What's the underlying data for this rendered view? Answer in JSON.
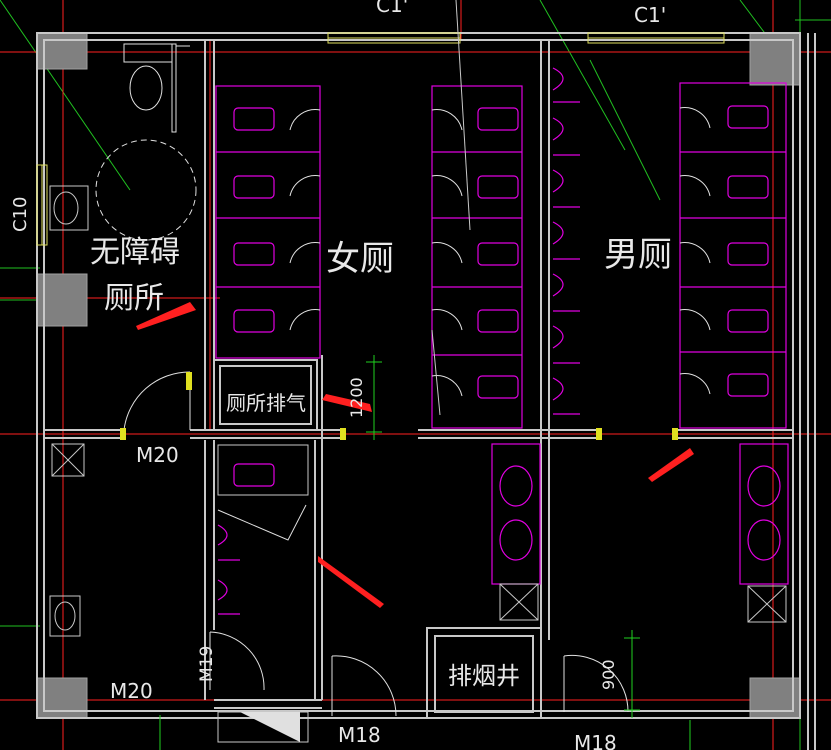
{
  "labels": {
    "accessible_toilet_line1": "无障碍",
    "accessible_toilet_line2": "厕所",
    "womens_toilet": "女厕",
    "mens_toilet": "男厕",
    "toilet_exhaust": "厕所排气",
    "smoke_shaft": "排烟井",
    "door_m20_a": "M20",
    "door_m20_b": "M20",
    "door_m19": "M19",
    "door_m18_a": "M18",
    "door_m18_b": "M18",
    "window_c1_left": "C1'",
    "window_c1_right": "C1'",
    "window_c10": "C10",
    "dim_1200": "1200",
    "dim_900": "900"
  },
  "colors": {
    "background": "#000000",
    "wall": "#c8c8c8",
    "fixture": "#e000e0",
    "axis_line": "#ff2020",
    "dimension": "#20d020",
    "annotation_arrow": "#ff2020"
  }
}
